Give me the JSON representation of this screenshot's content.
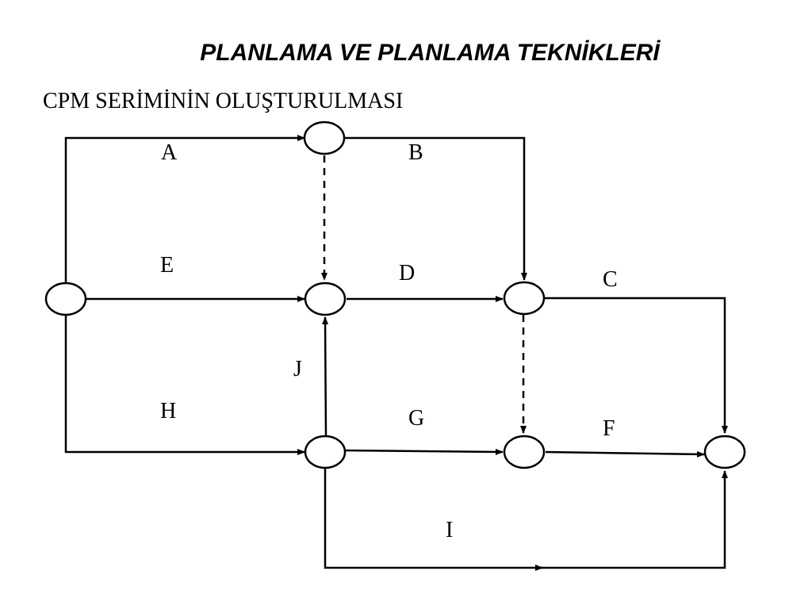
{
  "title": "PLANLAMA VE PLANLAMA TEKNİKLERİ",
  "subtitle": "CPM SERİMİNİN OLUŞTURULMASI",
  "nodes": [
    "n1",
    "n2",
    "n3",
    "n4",
    "n5",
    "n6",
    "n7"
  ],
  "activities": [
    {
      "id": "A",
      "from": "n1",
      "to": "n2",
      "label": "A"
    },
    {
      "id": "B",
      "from": "n2",
      "to": "n4",
      "label": "B"
    },
    {
      "id": "E",
      "from": "n1",
      "to": "n3",
      "label": "E"
    },
    {
      "id": "D",
      "from": "n3",
      "to": "n4",
      "label": "D"
    },
    {
      "id": "C",
      "from": "n4",
      "to": "n7",
      "label": "C"
    },
    {
      "id": "J",
      "from": "n5",
      "to": "n3",
      "label": "J"
    },
    {
      "id": "H",
      "from": "n1",
      "to": "n5",
      "label": "H"
    },
    {
      "id": "G",
      "from": "n5",
      "to": "n6",
      "label": "G"
    },
    {
      "id": "F",
      "from": "n6",
      "to": "n7",
      "label": "F"
    },
    {
      "id": "I",
      "from": "n5",
      "to": "n7",
      "label": "I"
    }
  ],
  "dummies": [
    {
      "from": "n2",
      "to": "n3"
    },
    {
      "from": "n4",
      "to": "n6"
    }
  ]
}
